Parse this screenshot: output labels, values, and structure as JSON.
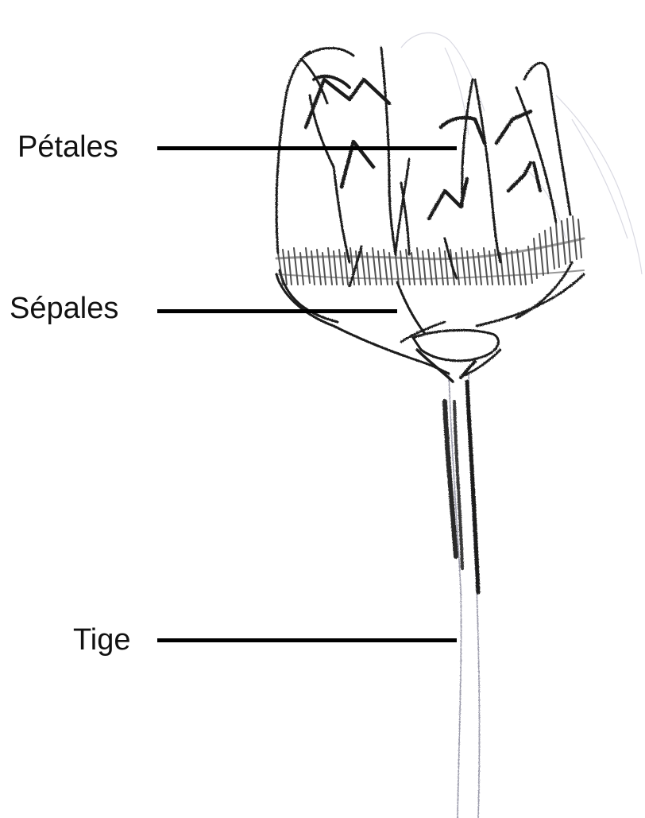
{
  "diagram": {
    "labels": [
      {
        "id": "petales",
        "text": "Pétales",
        "target": "petals"
      },
      {
        "id": "sepales",
        "text": "Sépales",
        "target": "sepals"
      },
      {
        "id": "tige",
        "text": "Tige",
        "target": "stem"
      }
    ],
    "colors": {
      "pencil_dark": "#1a1a1a",
      "pencil_mid": "#555555",
      "pencil_light": "#b9b9c6",
      "leader": "#000000",
      "text": "#111111"
    }
  }
}
